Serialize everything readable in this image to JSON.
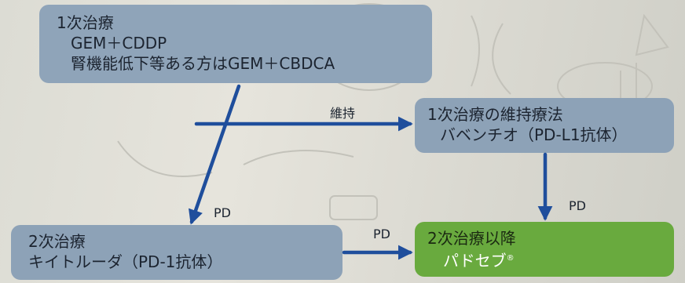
{
  "boxes": {
    "first_line": {
      "line1": "1次治療",
      "line2": "GEM＋CDDP",
      "line3": "腎機能低下等ある方はGEM＋CBDCA"
    },
    "maintenance": {
      "line1": "1次治療の維持療法",
      "line2": "バベンチオ（PD-L1抗体）"
    },
    "second_line": {
      "line1": "2次治療",
      "line2": "キイトルーダ（PD-1抗体）"
    },
    "later_line": {
      "line1": "2次治療以降",
      "line2": "パドセブ",
      "mark": "®"
    }
  },
  "edges": {
    "to_maintenance": "維持",
    "first_to_second": "PD",
    "second_to_later": "PD",
    "maintenance_to_later": "PD"
  },
  "colors": {
    "blue_box": "#8da2b7",
    "green_box": "#69aa3e",
    "arrow": "#1f4e9c"
  }
}
